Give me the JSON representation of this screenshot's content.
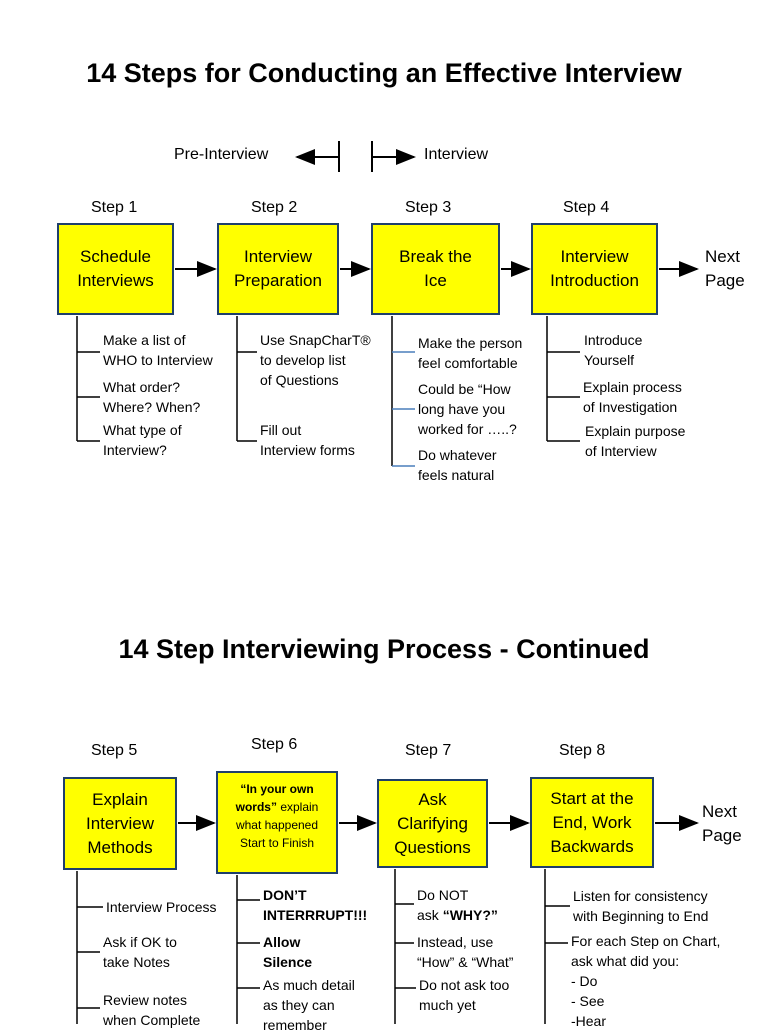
{
  "page1": {
    "title": "14 Steps for Conducting an Effective Interview",
    "pre_interview": "Pre-Interview",
    "interview": "Interview",
    "next_page": "Next\nPage",
    "steps": [
      {
        "label": "Step 1",
        "box": "Schedule\nInterviews",
        "notes": [
          "Make a list of\nWHO to Interview",
          "What order?\nWhere? When?",
          "What type of\nInterview?"
        ]
      },
      {
        "label": "Step 2",
        "box": "Interview\nPreparation",
        "notes": [
          "Use SnapCharT®\nto develop list\nof Questions",
          "Fill out\nInterview forms"
        ]
      },
      {
        "label": "Step 3",
        "box": "Break the\nIce",
        "notes": [
          "Make the person\nfeel comfortable",
          "Could be “How\nlong have you\nworked for …..?",
          "Do whatever\nfeels natural"
        ]
      },
      {
        "label": "Step 4",
        "box": "Interview\nIntroduction",
        "notes": [
          "Introduce\nYourself",
          "Explain process\nof Investigation",
          "Explain purpose\nof Interview"
        ]
      }
    ]
  },
  "page2": {
    "title": "14 Step Interviewing Process - Continued",
    "next_page": "Next\nPage",
    "steps": [
      {
        "label": "Step 5",
        "box": "Explain\nInterview\nMethods",
        "notes": [
          "Interview Process",
          "Ask if OK to\ntake Notes",
          "Review notes\nwhen Complete"
        ]
      },
      {
        "label": "Step 6",
        "box_bold": "“In your own\nwords”",
        "box": " explain\nwhat happened\nStart to Finish",
        "notes_bold": [
          "DON’T\nINTERRRUPT!!!",
          "Allow\nSilence"
        ],
        "notes": [
          "As much detail\nas they can\nremember"
        ]
      },
      {
        "label": "Step 7",
        "box": "Ask\nClarifying\nQuestions",
        "notes_pre": [
          "Do NOT\nask "
        ],
        "notes_bold": [
          "“WHY?”"
        ],
        "notes": [
          "Instead, use\n“How” & “What”",
          "Do not ask too\nmuch yet"
        ]
      },
      {
        "label": "Step 8",
        "box": "Start at the\nEnd, Work\nBackwards",
        "notes": [
          "Listen for consistency\nwith Beginning to End",
          "For each Step on Chart,\nask what did you:\n- Do\n- See\n-Hear"
        ]
      }
    ]
  }
}
